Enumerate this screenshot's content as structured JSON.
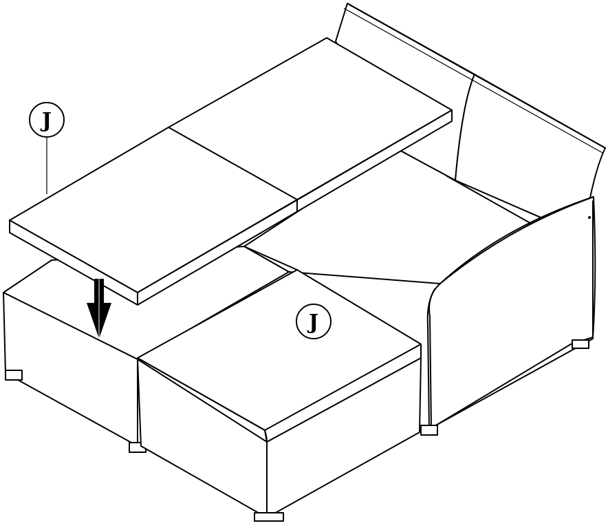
{
  "diagram": {
    "parts": [
      {
        "id": "top-callout",
        "label": "J"
      },
      {
        "id": "seat-callout",
        "label": "J"
      }
    ],
    "colors": {
      "line": "#000000",
      "fill": "#ffffff"
    },
    "icons": [
      "down-arrow-icon"
    ]
  }
}
